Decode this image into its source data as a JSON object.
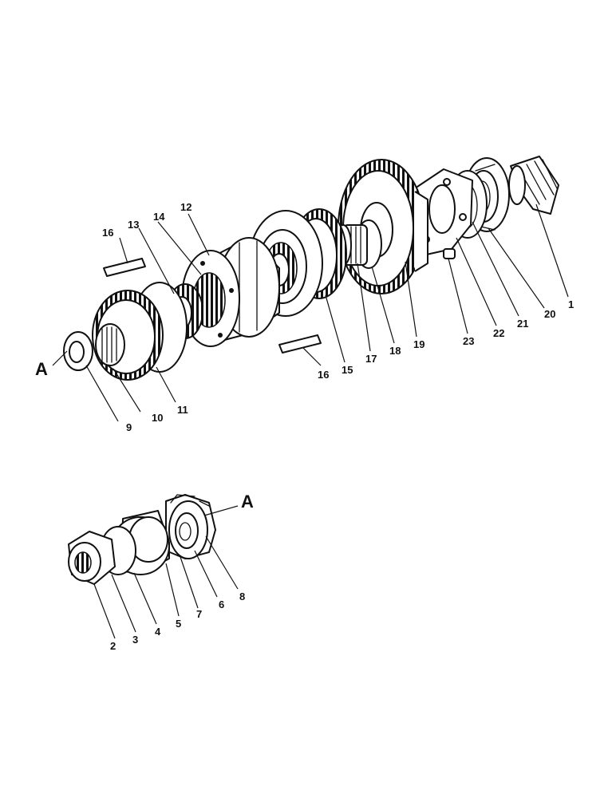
{
  "callouts": {
    "p1": "1",
    "p2": "2",
    "p3": "3",
    "p4": "4",
    "p5": "5",
    "p6": "6",
    "p7": "7",
    "p8": "8",
    "p9": "9",
    "p10": "10",
    "p11": "11",
    "p12": "12",
    "p13": "13",
    "p14": "14",
    "p15": "15",
    "p16a": "16",
    "p16b": "16",
    "p17": "17",
    "p18": "18",
    "p19": "19",
    "p20": "20",
    "p21": "21",
    "p22": "22",
    "p23": "23"
  },
  "reference_marks": {
    "upper": "A",
    "lower": "A"
  }
}
